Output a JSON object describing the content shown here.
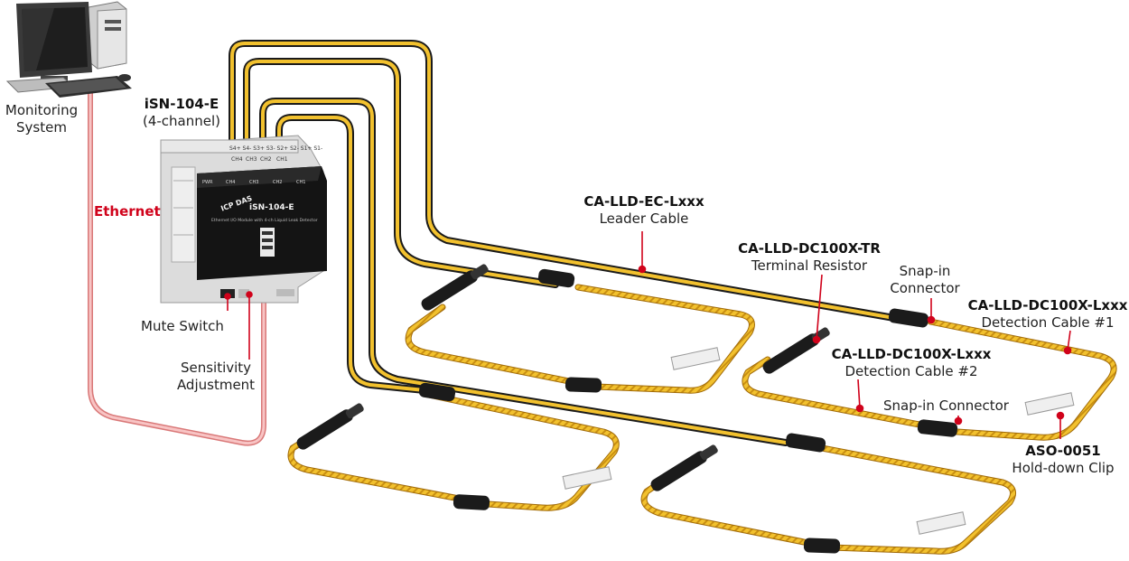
{
  "labels": {
    "monitoring": {
      "line1": "Monitoring",
      "line2": "System"
    },
    "ethernet": "Ethernet",
    "isn": {
      "model": "iSN-104-E",
      "sub": "(4-channel)"
    },
    "mute": "Mute Switch",
    "sensitivity": {
      "line1": "Sensitivity",
      "line2": "Adjustment"
    },
    "leader": {
      "model": "CA-LLD-EC-Lxxx",
      "desc": "Leader Cable"
    },
    "terminal": {
      "model": "CA-LLD-DC100X-TR",
      "desc": "Terminal Resistor"
    },
    "snapin1": {
      "line1": "Snap-in",
      "line2": "Connector"
    },
    "detection1": {
      "model": "CA-LLD-DC100X-Lxxx",
      "desc": "Detection Cable #1"
    },
    "detection2": {
      "model": "CA-LLD-DC100X-Lxxx",
      "desc": "Detection Cable #2"
    },
    "snapin2": "Snap-in Connector",
    "clip": {
      "model": "ASO-0051",
      "desc": "Hold-down Clip"
    }
  },
  "device": {
    "brand": "ICP DAS",
    "model": "iSN-104-E",
    "subtitle": "Ethernet I/O Module with 4-ch Liquid Leak Detector",
    "channels": [
      "CH4",
      "CH3",
      "CH2",
      "CH1"
    ],
    "pwr": "PWR"
  },
  "colors": {
    "cable_yellow": "#f2c12e",
    "cable_dark": "#2a2a2a",
    "ethernet": "#f3a3a3",
    "callout_red": "#d0021b",
    "module_black": "#151515"
  }
}
